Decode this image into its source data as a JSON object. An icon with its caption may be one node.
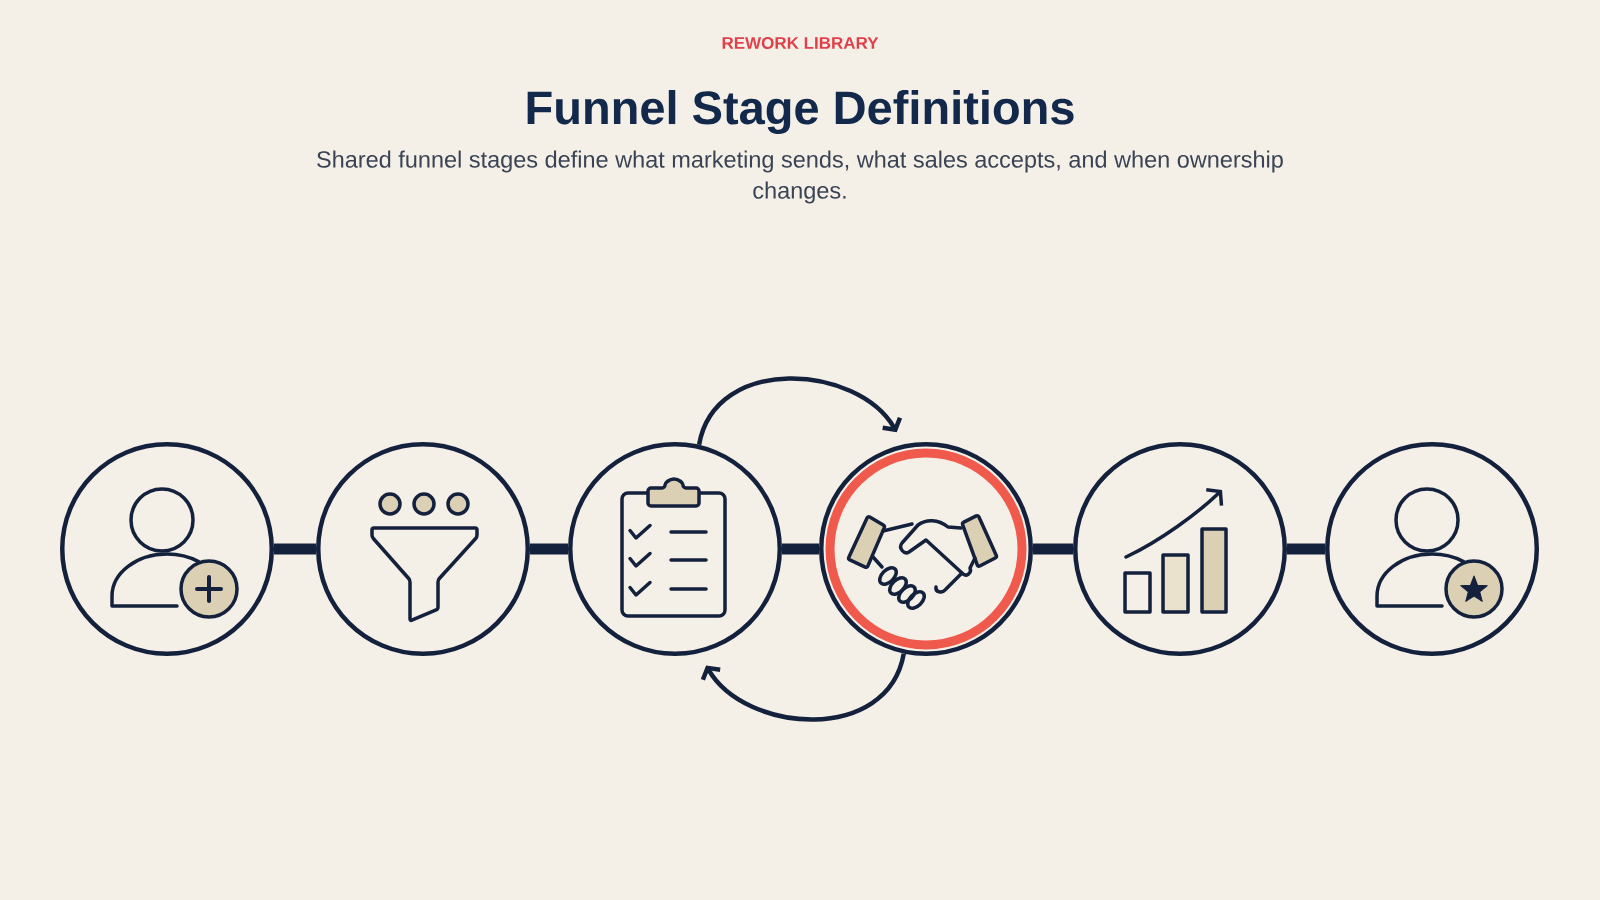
{
  "diagram": {
    "title": "Funnel Stage Definitions",
    "caption": "Shared funnel stages define what marketing sends, what sales accepts, and when ownership changes.",
    "nodes": [
      {
        "text": [],
        "shape": "circle"
      },
      {
        "text": [],
        "shape": "circle"
      },
      {
        "text": [],
        "shape": "circle"
      },
      {
        "text": [],
        "shape": "circle"
      },
      {
        "text": [],
        "shape": "circle"
      },
      {
        "text": [],
        "shape": "circle"
      }
    ],
    "edges": [
      {
        "from": 0,
        "to": 1,
        "arrow": "none"
      },
      {
        "from": 1,
        "to": 2,
        "arrow": "none"
      },
      {
        "from": 2,
        "to": 3,
        "arrow": "none"
      },
      {
        "from": 3,
        "to": 4,
        "arrow": "none"
      },
      {
        "from": 4,
        "to": 5,
        "arrow": "none"
      },
      {
        "from": 2,
        "to": 3,
        "arrow": "to"
      },
      {
        "from": 3,
        "to": 2,
        "arrow": "to"
      }
    ],
    "labels": [
      "REWORK LIBRARY"
    ]
  }
}
